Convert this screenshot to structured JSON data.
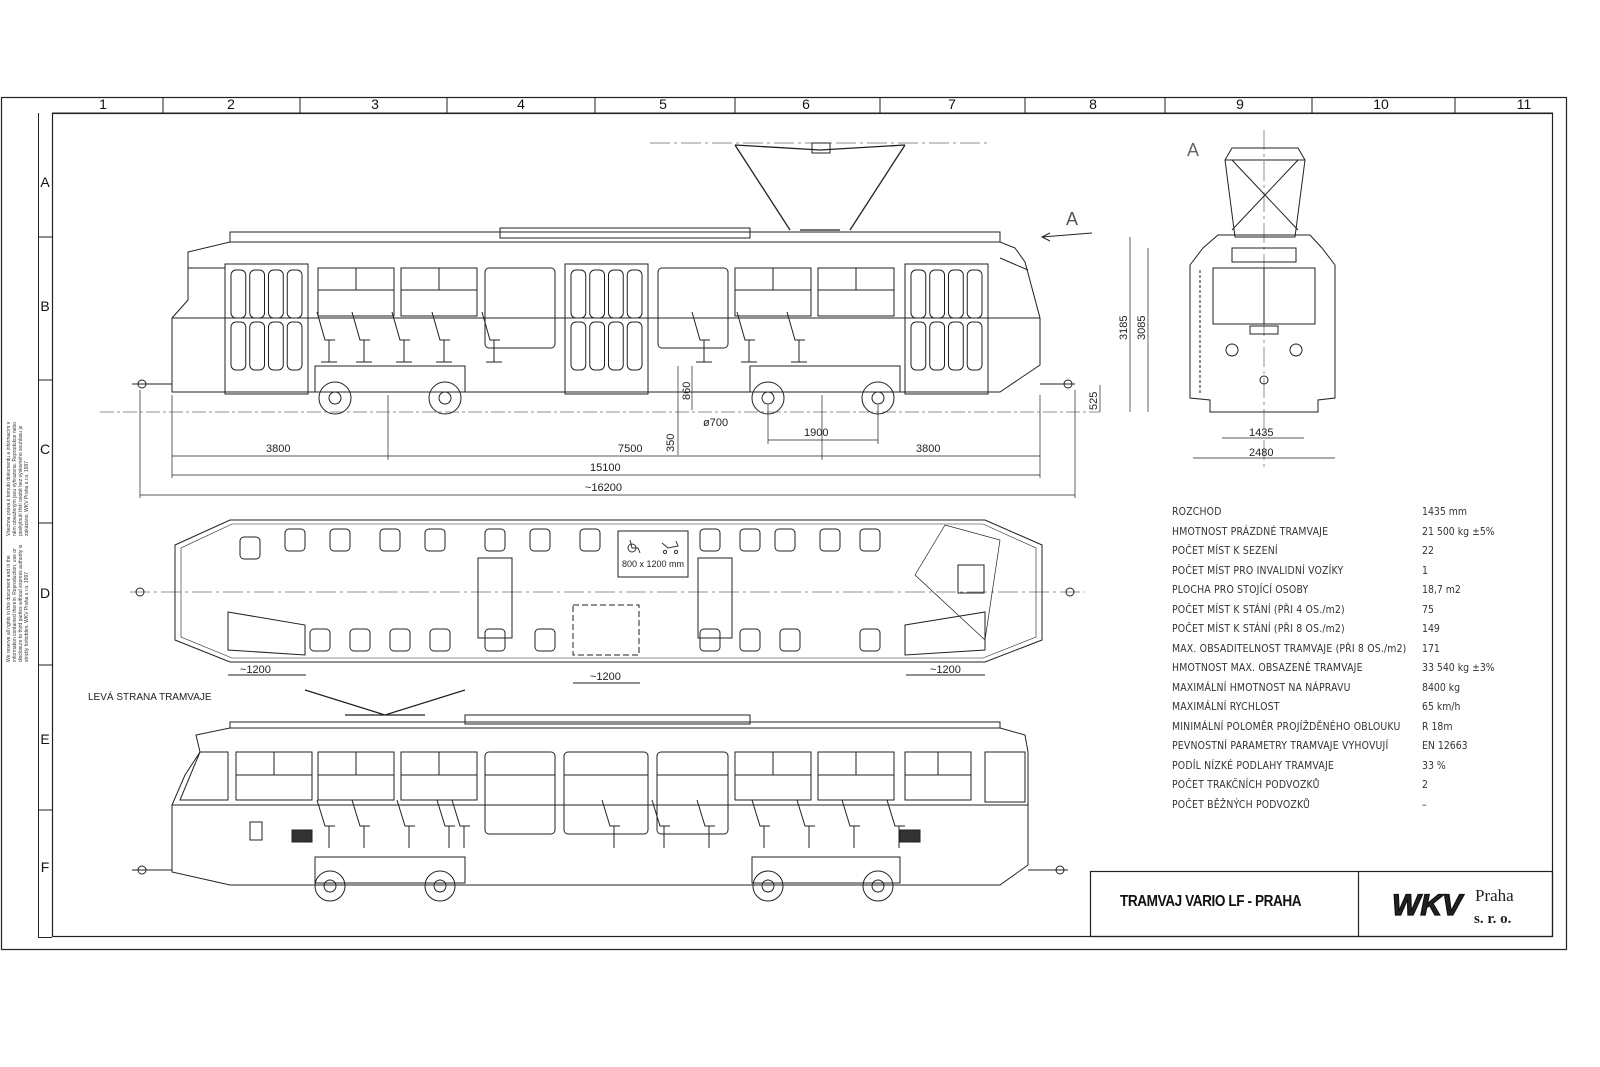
{
  "grid": {
    "columns": [
      "1",
      "2",
      "3",
      "4",
      "5",
      "6",
      "7",
      "8",
      "9",
      "10",
      "11"
    ],
    "rows": [
      "A",
      "B",
      "C",
      "D",
      "E",
      "F"
    ]
  },
  "side_notice": {
    "czech": "Všechna práva k tomuto dokumentu a informacím v něm obsaženým jsou vyhrazena. Reprodukce nebo poskytnutí třetí osobě bez výslovného souhlasu je zakázáno. WKV Praha s.r.o. 1997",
    "english": "We reserve all rights in this document and in the information contained therein. Reproduction, use or disclosure to third parties without express authority is strictly forbidden. WKV Praha s.r.o. 1997"
  },
  "view_markers": {
    "section_arrow": "A",
    "front_view_label": "A"
  },
  "dimensions": {
    "d3800_left": "3800",
    "d7500": "7500",
    "d3800_right": "3800",
    "d15100": "15100",
    "d16200": "~16200",
    "d860": "860",
    "d350": "350",
    "wheel_dia": "ø700",
    "d1900": "1900",
    "d525": "525",
    "d3185": "3185",
    "d3085": "3085",
    "gauge": "1435",
    "width": "2480",
    "plan_door_left": "~1200",
    "plan_door_mid": "~1200",
    "plan_door_right": "~1200"
  },
  "plan_view": {
    "wheelchair_area": "800 x 1200 mm"
  },
  "left_side_label": "LEVÁ STRANA TRAMVAJE",
  "specs": [
    {
      "label": "ROZCHOD",
      "value": "1435 mm"
    },
    {
      "label": "HMOTNOST PRÁZDNÉ TRAMVAJE",
      "value": "21 500 kg ±5%"
    },
    {
      "label": "POČET MÍST K SEZENÍ",
      "value": "22"
    },
    {
      "label": "POČET MÍST PRO INVALIDNÍ VOZÍKY",
      "value": "1"
    },
    {
      "label": "PLOCHA PRO STOJÍCÍ OSOBY",
      "value": "18,7 m2"
    },
    {
      "label": "POČET MÍST K STÁNÍ (PŘI 4 OS./m2)",
      "value": "75"
    },
    {
      "label": "POČET MÍST K STÁNÍ (PŘI 8 OS./m2)",
      "value": "149"
    },
    {
      "label": "MAX. OBSADITELNOST TRAMVAJE (PŘI 8 OS./m2)",
      "value": "171"
    },
    {
      "label": "HMOTNOST MAX. OBSAZENÉ TRAMVAJE",
      "value": "33 540 kg ±3%"
    },
    {
      "label": "MAXIMÁLNÍ HMOTNOST NA NÁPRAVU",
      "value": "8400 kg"
    },
    {
      "label": "MAXIMÁLNÍ RYCHLOST",
      "value": "65 km/h"
    },
    {
      "label": "MINIMÁLNÍ POLOMĚR PROJÍŽDĚNÉHO OBLOUKU",
      "value": "R 18m"
    },
    {
      "label": "PEVNOSTNÍ PARAMETRY TRAMVAJE VYHOVUJÍ",
      "value": "EN 12663"
    },
    {
      "label": "PODÍL NÍZKÉ PODLAHY TRAMVAJE",
      "value": "33 %"
    },
    {
      "label": "POČET TRAKČNÍCH PODVOZKŮ",
      "value": "2"
    },
    {
      "label": "POČET BĚŽNÝCH PODVOZKŮ",
      "value": "–"
    }
  ],
  "title_block": {
    "title": "TRAMVAJ VARIO LF - PRAHA",
    "logo_mark": "WKV",
    "logo_name": "Praha",
    "logo_suffix": "s. r. o."
  }
}
